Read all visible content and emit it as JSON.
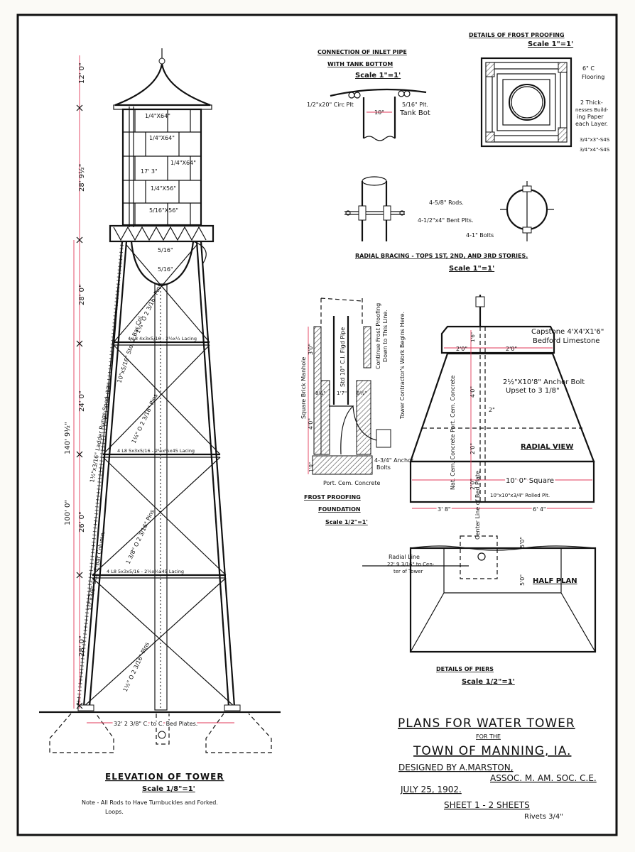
{
  "title_block": {
    "title": "PLANS FOR WATER TOWER",
    "for_the": "FOR THE",
    "town": "TOWN OF MANNING, IA.",
    "designed_by": "DESIGNED BY A.MARSTON,",
    "assoc": "ASSOC. M. AM. SOC. C.E.",
    "date": "JULY 25, 1902.",
    "sheet": "SHEET 1 - 2 SHEETS",
    "rivets": "Rivets 3/4\""
  },
  "elevation": {
    "title": "ELEVATION OF TOWER",
    "scale": "Scale 1/8\"=1'",
    "note_line1": "Note - All Rods to Have Turnbuckles and Forked.",
    "note_line2": "Loops.",
    "bed_plates": "32' 2 3/8\" C. to C. Bed Plates.",
    "dims": [
      "12' 0\"",
      "28' 9½\"",
      "28' 0\"",
      "24' 0\"",
      "26' 0\"",
      "28' 0\"",
      "140' 9½\"",
      "100' 0\""
    ],
    "plates": [
      "1/4\"X64\"",
      "1/4\"X64\"",
      "1/4\"X64\"",
      "1/4\"X56\"",
      "5/16\"X56\"",
      "5/16\"",
      "5/16\""
    ],
    "tank_dia": "17' 3\"",
    "column_top": "10\"x5/16\" Std. Z Bar Col.",
    "column_bottom": "10\"x3/8\" Std. Z-Bar Column.",
    "ladder": "1½\"x3/16\" Ladder Rungs Spcd. 12\"",
    "pins": [
      "1¼\" O 2 3/16\" Pins",
      "1¼\" O 2 3/16\" Pins",
      "1 3/8\" O 2 3/16\" Pins",
      "1½\" O 2 3/16\" Pins"
    ],
    "lacing": [
      "4 L8 4x3x5/16 - 2½x¼ Lacing",
      "4 L8 5x3x5/16 - 2½x¼x45 Lacing",
      "4 L8 5x3x5/16 - 2½x¼x45 Lacing"
    ]
  },
  "inlet": {
    "title1": "CONNECTION OF INLET PIPE",
    "title2": "WITH TANK BOTTOM",
    "scale": "Scale 1\"=1'",
    "circ": "1/2\"x20\" Circ Plt",
    "plt": "5/16\" Plt.",
    "tank_bot": "Tank Bot",
    "dia": "10\""
  },
  "frost_details": {
    "title": "DETAILS OF FROST PROOFING",
    "scale": "Scale 1\"=1'",
    "flooring1": "6\" C",
    "flooring2": "Flooring",
    "paper1": "2 Thick-",
    "paper2": "nesses Build-",
    "paper3": "ing Paper",
    "paper4": "each Layer.",
    "s1": "3/4\"x3\"-S4S",
    "s2": "3/4\"x4\"-S4S"
  },
  "radial": {
    "rods": "4-5/8\" Rods.",
    "bent": "4-1/2\"x4\" Bent Plts.",
    "bolts": "4-1\" Bolts",
    "title": "RADIAL BRACING - TOPS 1ST, 2ND, AND 3RD STORIES.",
    "scale": "Scale 1\"=1'"
  },
  "frost_foundation": {
    "manhole": "Square Brick Manhole",
    "pipe": "Std 10\" C.I. Flgd Pipe",
    "continue1": "Continue Frost Proofing",
    "continue2": "Down to This Line.",
    "contractor": "Tower Contractor's Work Begins Here.",
    "d1": "3'0\"",
    "d2": "4'0\"",
    "d3": "1'0\"",
    "w1": "8½\"",
    "w2": "1'7\"",
    "w3": "8½\"",
    "anchor1": "4-3/4\" Anchor",
    "anchor2": "Bolts",
    "concrete": "Port. Cem. Concrete",
    "title1": "FROST PROOFING",
    "title2": "FOUNDATION",
    "scale": "Scale 1/2\"=1'"
  },
  "piers": {
    "capstone1": "Capstone 4'X4'X1'6\"",
    "capstone2": "Bedford Limestone",
    "anchor1": "2½\"X10'8\" Anchor Bolt",
    "anchor2": "Upset to 3 1/8\"",
    "two_in": "2\"",
    "radial_view": "RADIAL VIEW",
    "square": "10' 0\" Square",
    "rolled": "10\"x10\"x3/4\" Rolled Plt.",
    "concrete": "Nat. Cem. Concrete  Port. Cem. Concrete",
    "bedplate": "Center Line of Bed Plate",
    "cw1": "2'0\"",
    "cw2": "2'0\"",
    "ch": "1'6\"",
    "h1": "4'0\"",
    "h2": "2'0\"",
    "h3": "2'0\"",
    "b1": "3' 8\"",
    "b2": "6' 4\"",
    "radial_line1": "Radial Line",
    "radial_line2": "22' 9 3/16\" to Cen-",
    "radial_line3": "ter of Tower",
    "half_plan": "HALF PLAN",
    "hp1": "5'0\"",
    "hp2": "5'0\"",
    "title": "DETAILS OF PIERS",
    "scale": "Scale 1/2\"=1'"
  }
}
